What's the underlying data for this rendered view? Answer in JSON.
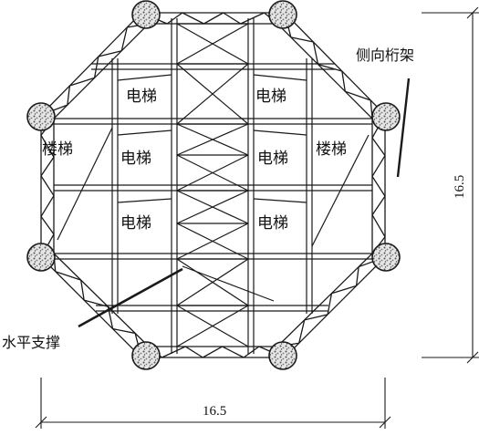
{
  "labels": {
    "elevator": "电梯",
    "stair": "楼梯",
    "lateral_truss": "侧向桁架",
    "horizontal_bracing": "水平支撑"
  },
  "dimensions": {
    "width": "16.5",
    "height": "16.5"
  },
  "colors": {
    "line": "#1a1a1a",
    "column_fill": "#d9d9d9"
  }
}
